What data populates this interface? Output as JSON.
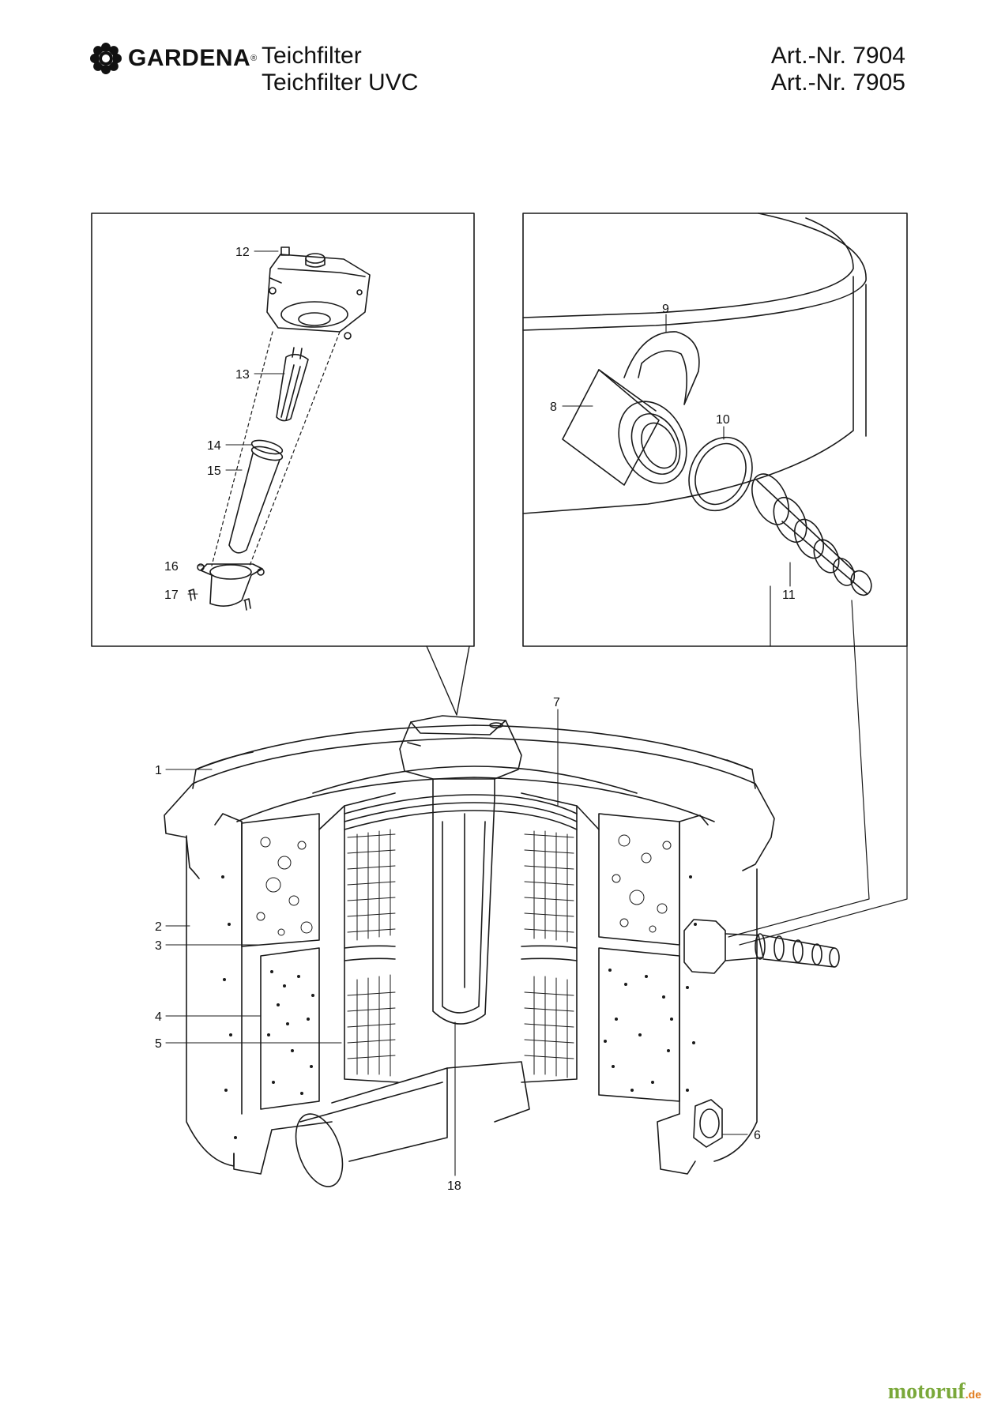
{
  "header": {
    "brand": "GARDENA",
    "brand_mark": "®",
    "product_line_1": "Teichfilter",
    "product_line_2": "Teichfilter UVC",
    "article_1": "Art.-Nr. 7904",
    "article_2": "Art.-Nr. 7905"
  },
  "callouts": {
    "c1": "1",
    "c2": "2",
    "c3": "3",
    "c4": "4",
    "c5": "5",
    "c6": "6",
    "c7": "7",
    "c8": "8",
    "c9": "9",
    "c10": "10",
    "c11": "11",
    "c12": "12",
    "c13": "13",
    "c14": "14",
    "c15": "15",
    "c16": "16",
    "c17": "17",
    "c18": "18"
  },
  "watermark": {
    "name": "motoruf",
    "suffix": ".de"
  },
  "icons": {
    "logo": "gardena-flower-icon"
  },
  "colors": {
    "line": "#1a1a1a",
    "paper": "#ffffff",
    "watermark": "#7aa83a"
  }
}
